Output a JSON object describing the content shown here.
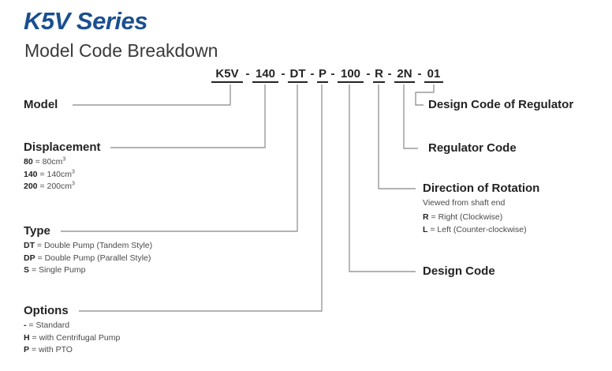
{
  "header": {
    "title": "K5V Series",
    "subtitle": "Model Code Breakdown",
    "title_color": "#1b4f8f"
  },
  "model_code": {
    "separator": "-",
    "segments": [
      {
        "id": "model",
        "text": "K5V"
      },
      {
        "id": "displacement",
        "text": "140"
      },
      {
        "id": "type",
        "text": "DT"
      },
      {
        "id": "options",
        "text": "P"
      },
      {
        "id": "design-code",
        "text": "100"
      },
      {
        "id": "rotation",
        "text": "R"
      },
      {
        "id": "regulator-code",
        "text": "2N"
      },
      {
        "id": "regulator-design",
        "text": "01"
      }
    ]
  },
  "labels": {
    "model": {
      "heading": "Model"
    },
    "displacement": {
      "heading": "Displacement",
      "items": [
        {
          "key": "80",
          "value": "= 80cm",
          "sup": "3"
        },
        {
          "key": "140",
          "value": "= 140cm",
          "sup": "3"
        },
        {
          "key": "200",
          "value": "= 200cm",
          "sup": "3"
        }
      ]
    },
    "type": {
      "heading": "Type",
      "items": [
        {
          "key": "DT",
          "value": "= Double Pump (Tandem Style)"
        },
        {
          "key": "DP",
          "value": "= Double Pump (Parallel Style)"
        },
        {
          "key": "S",
          "value": "= Single Pump"
        }
      ]
    },
    "options": {
      "heading": "Options",
      "items": [
        {
          "key": "-",
          "value": "= Standard"
        },
        {
          "key": "H",
          "value": "= with Centrifugal Pump"
        },
        {
          "key": "P",
          "value": "= with PTO"
        }
      ]
    },
    "regulator_design": {
      "heading": "Design Code of Regulator"
    },
    "regulator_code": {
      "heading": "Regulator Code"
    },
    "rotation": {
      "heading": "Direction of Rotation",
      "note": "Viewed from shaft end",
      "items": [
        {
          "key": "R",
          "value": "= Right (Clockwise)"
        },
        {
          "key": "L",
          "value": "= Left (Counter-clockwise)"
        }
      ]
    },
    "design_code": {
      "heading": "Design Code"
    }
  }
}
